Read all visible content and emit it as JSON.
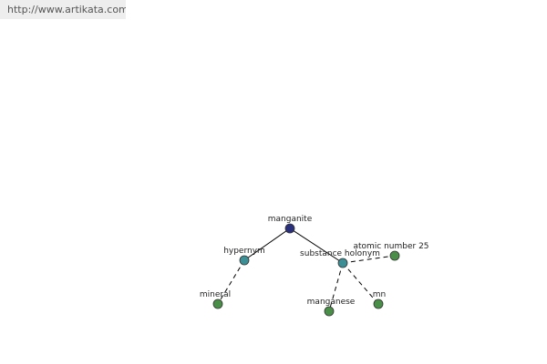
{
  "banner": {
    "url": "http://www.artikata.com"
  },
  "graph": {
    "colors": {
      "root": "#2a2f7c",
      "relation": "#3d8f96",
      "leaf": "#4a8f48",
      "edge": "#000000"
    },
    "nodes": {
      "root": {
        "label": "manganite"
      },
      "hypernym": {
        "label": "hypernym"
      },
      "substance_holonym": {
        "label": "substance holonym"
      },
      "mineral": {
        "label": "mineral"
      },
      "manganese": {
        "label": "manganese"
      },
      "mn": {
        "label": "mn"
      },
      "atomic_number": {
        "label": "atomic number 25"
      }
    }
  }
}
